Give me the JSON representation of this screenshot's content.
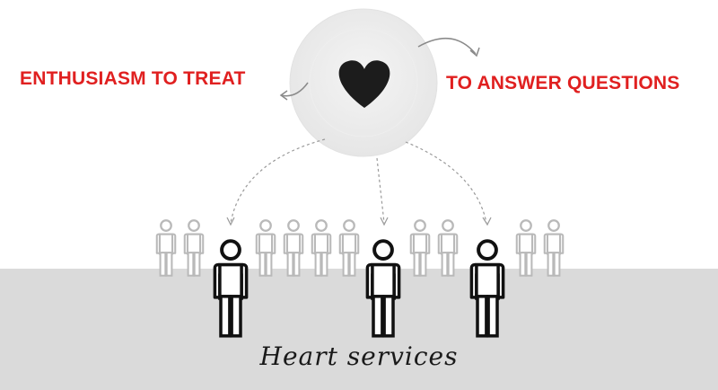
{
  "labels": {
    "left": "ENTHUSIASM TO TREAT",
    "right": "TO ANSWER QUESTIONS"
  },
  "caption": "Heart services",
  "colors": {
    "accent_red": "#e02020",
    "heart": "#1c1c1c",
    "ground": "#dadada",
    "faded_person": "#b9b9b9",
    "main_person": "#111111"
  },
  "icons": {
    "center": "heart-icon",
    "people": "person-icon"
  }
}
